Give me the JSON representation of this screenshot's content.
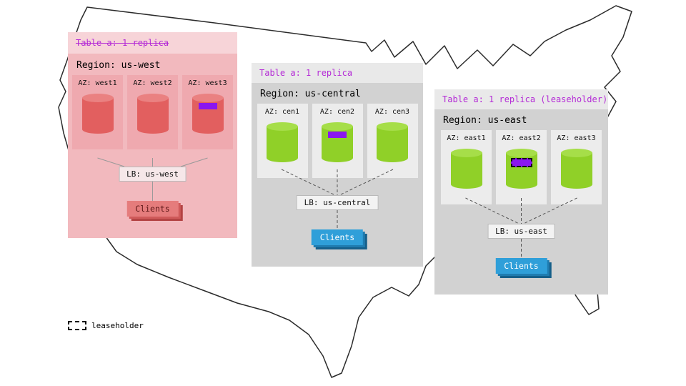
{
  "map": {
    "name": "us-outline"
  },
  "legend": {
    "label": "leaseholder"
  },
  "regions": [
    {
      "table_label": "Table a: 1 replica",
      "strikethrough": true,
      "region_label": "Region: us-west",
      "azs": [
        {
          "label": "AZ: west1",
          "has_replica": false,
          "is_leaseholder": false
        },
        {
          "label": "AZ: west2",
          "has_replica": false,
          "is_leaseholder": false
        },
        {
          "label": "AZ: west3",
          "has_replica": true,
          "is_leaseholder": false
        }
      ],
      "lb_label": "LB: us-west",
      "clients_label": "Clients",
      "theme": "red"
    },
    {
      "table_label": "Table a: 1 replica",
      "strikethrough": false,
      "region_label": "Region: us-central",
      "azs": [
        {
          "label": "AZ: cen1",
          "has_replica": false,
          "is_leaseholder": false
        },
        {
          "label": "AZ: cen2",
          "has_replica": true,
          "is_leaseholder": false
        },
        {
          "label": "AZ: cen3",
          "has_replica": false,
          "is_leaseholder": false
        }
      ],
      "lb_label": "LB: us-central",
      "clients_label": "Clients",
      "theme": "gray-green"
    },
    {
      "table_label": "Table a: 1 replica (leaseholder)",
      "strikethrough": false,
      "region_label": "Region: us-east",
      "azs": [
        {
          "label": "AZ: east1",
          "has_replica": false,
          "is_leaseholder": false
        },
        {
          "label": "AZ: east2",
          "has_replica": true,
          "is_leaseholder": true
        },
        {
          "label": "AZ: east3",
          "has_replica": false,
          "is_leaseholder": false
        }
      ],
      "lb_label": "LB: us-east",
      "clients_label": "Clients",
      "theme": "gray-green"
    }
  ],
  "colors": {
    "purple_text": "#b42bd6",
    "replica_purple": "#8a16ef",
    "west_header_bg": "#f7d4d8",
    "west_body_bg": "#f2b9be",
    "west_az_bg": "#efa9af",
    "red_cylinder": "#e25f5f",
    "gray_header_bg": "#e9e9e9",
    "gray_body_bg": "#d2d2d2",
    "gray_az_bg": "#ececec",
    "green_cylinder": "#90d028",
    "blue_clients": "#2f9fd9",
    "red_clients": "#e57c7c",
    "map_stroke": "#2b2b2b"
  }
}
